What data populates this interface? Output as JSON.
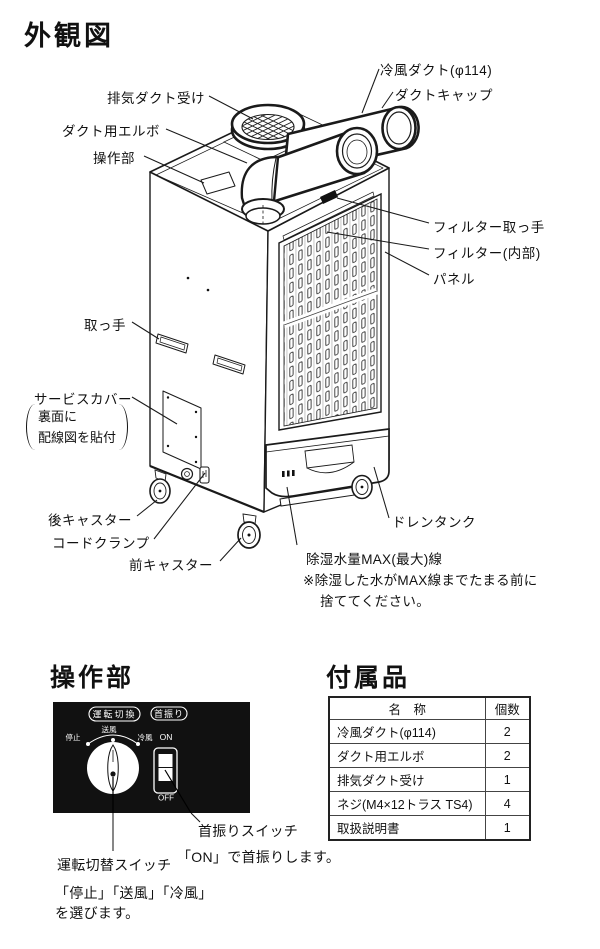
{
  "overview": {
    "title": "外観図",
    "labels": {
      "cool_duct": "冷風ダクト(φ114)",
      "duct_cap": "ダクトキャップ",
      "exhaust_duct_receiver": "排気ダクト受け",
      "duct_elbow": "ダクト用エルボ",
      "operation_panel": "操作部",
      "filter_handle": "フィルター取っ手",
      "filter_internal": "フィルター(内部)",
      "panel": "パネル",
      "handle": "取っ手",
      "service_cover": "サービスカバー",
      "service_cover_note_line1": "裏面に",
      "service_cover_note_line2": "配線図を貼付",
      "rear_caster": "後キャスター",
      "cord_clamp": "コードクランプ",
      "front_caster": "前キャスター",
      "drain_tank": "ドレンタンク",
      "max_line": "除湿水量MAX(最大)線",
      "max_note_line1": "※除湿した水がMAX線までたまる前に",
      "max_note_line2": "捨ててください。"
    }
  },
  "operation": {
    "title": "操作部",
    "panel": {
      "mode_label": "運転切換",
      "swing_label": "首振り",
      "dial_stop": "停止",
      "dial_fan": "送風",
      "dial_cool": "冷風",
      "switch_on": "ON",
      "switch_off": "OFF"
    },
    "swing_switch_label": "首振りスイッチ",
    "swing_switch_note": "「ON」で首振りします。",
    "mode_switch_label": "運転切替スイッチ",
    "mode_switch_note_line1": "「停止」「送風」「冷風」",
    "mode_switch_note_line2": "を選びます。"
  },
  "accessories": {
    "title": "付属品",
    "table": {
      "headers": {
        "name": "名　称",
        "qty": "個数"
      },
      "rows": [
        {
          "name": "冷風ダクト(φ114)",
          "qty": "2"
        },
        {
          "name": "ダクト用エルボ",
          "qty": "2"
        },
        {
          "name": "排気ダクト受け",
          "qty": "1"
        },
        {
          "name": "ネジ(M4×12トラス TS4)",
          "qty": "4"
        },
        {
          "name": "取扱説明書",
          "qty": "1"
        }
      ]
    }
  },
  "colors": {
    "line": "#1a1a1a",
    "panel_background": "#111111",
    "text": "#111111",
    "page_background": "#ffffff"
  }
}
